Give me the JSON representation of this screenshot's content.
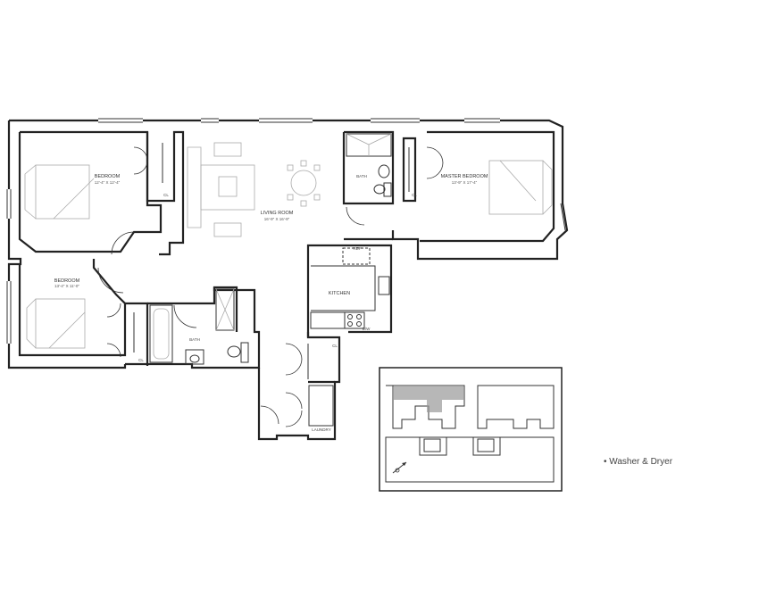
{
  "rooms": {
    "bedroom1": {
      "name": "BEDROOM",
      "dims": "12'-4\" X 12'-4\""
    },
    "bedroom2": {
      "name": "BEDROOM",
      "dims": "13'-4\" X 11'-0\""
    },
    "living": {
      "name": "LIVING ROOM",
      "dims": "16'-9\" X 16'-9\""
    },
    "master": {
      "name": "MASTER BEDROOM",
      "dims": "13'-9\" X 17'-4\""
    },
    "bath_top": {
      "name": "BATH"
    },
    "bath_left": {
      "name": "BATH"
    },
    "kitchen": {
      "name": "KITCHEN"
    },
    "laundry": {
      "name": "LAUNDRY"
    }
  },
  "closets": {
    "cl1": "CL",
    "cl2": "CL",
    "cl3": "CL",
    "cl4": "CL"
  },
  "appliances": {
    "dw": "D/W",
    "fridge": "REF"
  },
  "legend": {
    "washer_dryer": "• Washer & Dryer"
  }
}
